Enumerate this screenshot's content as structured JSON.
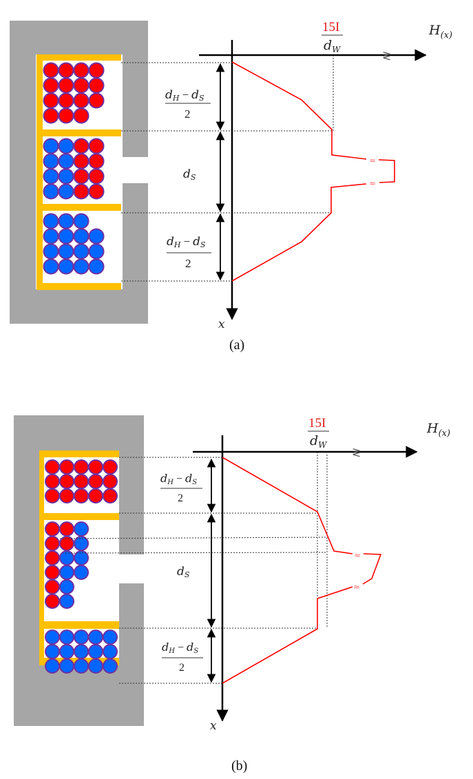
{
  "colors": {
    "core": "#a6a6a6",
    "bobbin": "#ffc000",
    "conductor_red": "#ff0000",
    "conductor_blue": "#0066ff",
    "conductor_outline": "#7030a0",
    "field_curve": "#ff0000",
    "axis": "#000000"
  },
  "panels": [
    {
      "id": "a",
      "caption": "(a)",
      "axis_x_label": "x",
      "axis_h_label": "H",
      "axis_h_subscript": "(x)",
      "peak_label_numerator": "15I",
      "peak_label_denominator": "d",
      "peak_label_denominator_sub": "W",
      "dim_top": {
        "num_a": "d",
        "num_a_sub": "H",
        "minus": "−",
        "num_b": "d",
        "num_b_sub": "S",
        "den": "2"
      },
      "dim_mid": {
        "label": "d",
        "label_sub": "S"
      },
      "dim_bot": {
        "num_a": "d",
        "num_a_sub": "H",
        "minus": "−",
        "num_b": "d",
        "num_b_sub": "S",
        "den": "2"
      },
      "windows": {
        "top": [
          [
            "R",
            "R",
            "R",
            "R"
          ],
          [
            "R",
            "R",
            "R",
            "R"
          ],
          [
            "R",
            "R",
            "R",
            "R"
          ],
          [
            "R",
            "R",
            "R"
          ]
        ],
        "mid": [
          [
            "B",
            "B",
            "R",
            "R"
          ],
          [
            "B",
            "B",
            "R",
            "R"
          ],
          [
            "B",
            "B",
            "R",
            "R"
          ],
          [
            "B",
            "B",
            "R",
            "R"
          ]
        ],
        "bot": [
          [
            "B",
            "B",
            "B"
          ],
          [
            "B",
            "B",
            "B",
            "B"
          ],
          [
            "B",
            "B",
            "B",
            "B"
          ],
          [
            "B",
            "B",
            "B",
            "B"
          ]
        ]
      }
    },
    {
      "id": "b",
      "caption": "(b)",
      "axis_x_label": "x",
      "axis_h_label": "H",
      "axis_h_subscript": "(x)",
      "peak_label_numerator": "15I",
      "peak_label_denominator": "d",
      "peak_label_denominator_sub": "W",
      "dim_top": {
        "num_a": "d",
        "num_a_sub": "H",
        "minus": "−",
        "num_b": "d",
        "num_b_sub": "S",
        "den": "2"
      },
      "dim_mid": {
        "label": "d",
        "label_sub": "S"
      },
      "dim_bot": {
        "num_a": "d",
        "num_a_sub": "H",
        "minus": "−",
        "num_b": "d",
        "num_b_sub": "S",
        "den": "2"
      },
      "windows": {
        "top": [
          [
            "R",
            "R",
            "R",
            "R",
            "R"
          ],
          [
            "R",
            "R",
            "R",
            "R",
            "R"
          ],
          [
            "R",
            "R",
            "R",
            "R",
            "R"
          ]
        ],
        "mid": [
          [
            "R",
            "R",
            "B"
          ],
          [
            "R",
            "R",
            "B"
          ],
          [
            "R",
            "B",
            "B"
          ],
          [
            "R",
            "B",
            "B"
          ],
          [
            "R",
            "B"
          ],
          [
            "R",
            "B"
          ]
        ],
        "bot": [
          [
            "B",
            "B",
            "B",
            "B",
            "B"
          ],
          [
            "B",
            "B",
            "B",
            "B",
            "B"
          ],
          [
            "B",
            "B",
            "B",
            "B",
            "B"
          ]
        ]
      }
    }
  ]
}
